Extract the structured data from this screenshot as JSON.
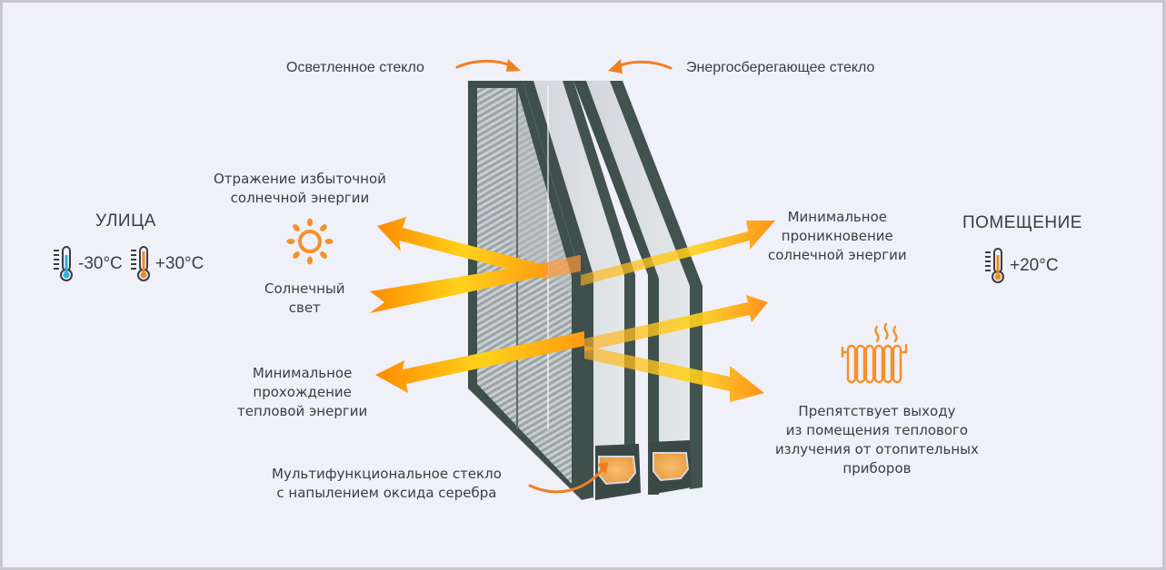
{
  "outside": {
    "title": "УЛИЦА",
    "temps": [
      {
        "value": "-30°C",
        "icon": "thermometer-cold-icon",
        "color": "#2bb4d6"
      },
      {
        "value": "+30°C",
        "icon": "thermometer-hot-icon",
        "color": "#f08a24"
      }
    ]
  },
  "inside": {
    "title": "ПОМЕЩЕНИЕ",
    "temps": [
      {
        "value": "+20°C",
        "icon": "thermometer-warm-icon",
        "color": "#f08a24"
      }
    ]
  },
  "labels": {
    "tinted_glass": "Осветленное стекло",
    "energy_saving_glass": "Энергосберегающее стекло",
    "reflection": [
      "Отражение избыточной",
      "солнечной энергии"
    ],
    "sunlight": [
      "Солнечный",
      "свет"
    ],
    "min_heat_pass": [
      "Минимальное",
      "прохождение",
      "тепловой энергии"
    ],
    "multifunctional": [
      "Мультифункциональное стекло",
      "с напылением оксида серебра"
    ],
    "min_solar_penetration": [
      "Минимальное",
      "проникновение",
      "солнечной энергии"
    ],
    "prevents_heat_loss": [
      "Препятствует выходу",
      "из помещения теплового",
      "излучения от отопительных",
      "приборов"
    ]
  },
  "icons": {
    "sun": "sun-icon",
    "radiator": "radiator-icon",
    "accent": "#f07f22",
    "arrow_yellow": "#ffd21a",
    "arrow_orange": "#ff8a00",
    "frame_color": "#3f4f4c"
  }
}
